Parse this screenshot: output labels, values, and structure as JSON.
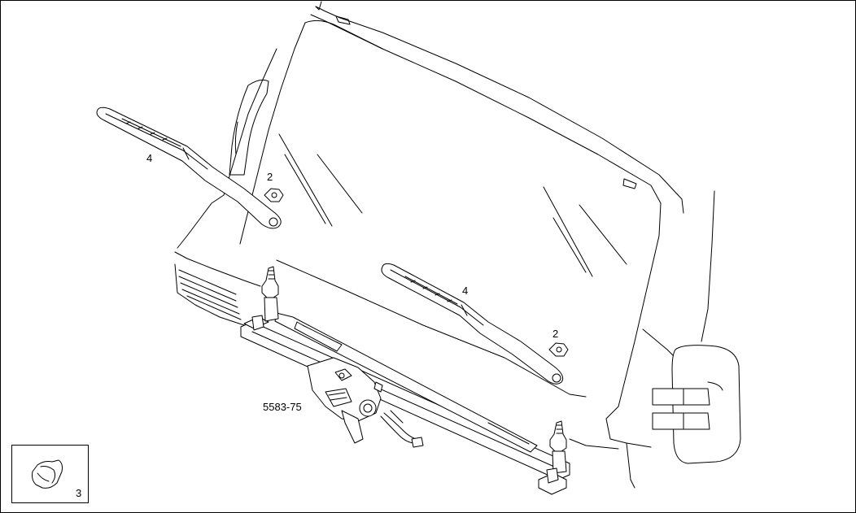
{
  "diagram": {
    "figure_code": "5583-75",
    "callouts": {
      "wiper_arm_left": "4",
      "nut_left": "2",
      "wiper_arm_right": "4",
      "nut_right": "2",
      "inset_clip": "3"
    }
  }
}
